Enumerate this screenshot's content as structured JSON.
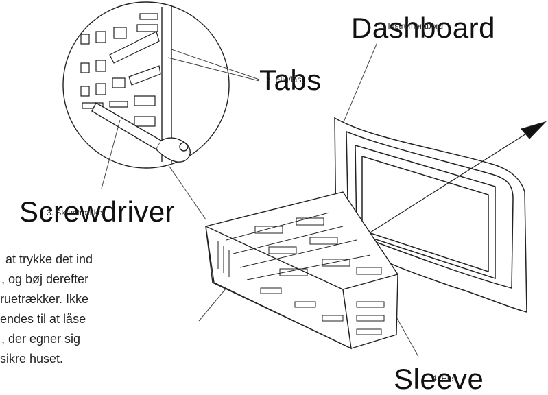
{
  "labels": {
    "dashboard": "Dashboard",
    "dashboard_small": "1. Instrumentbord",
    "tabs": "Tabs",
    "tabs_small": "2. Flig/lås",
    "screwdriver": "Screwdriver",
    "screwdriver_small": "3. Skruetrækker",
    "sleeve": "Sleeve",
    "sleeve_small": "4. Hus"
  },
  "instructions": [
    "at trykke det ind",
    ", og bøj derefter",
    "ruetrækker. Ikke",
    "endes til at låse",
    ", der egner sig",
    "sikre huset."
  ],
  "colors": {
    "ink": "#111111",
    "background": "#ffffff"
  }
}
